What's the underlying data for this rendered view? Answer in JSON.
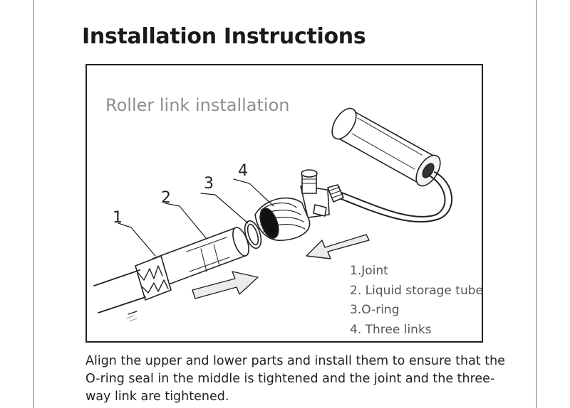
{
  "page": {
    "title": "Installation Instructions"
  },
  "diagram": {
    "heading": "Roller link installation",
    "callouts": [
      "1",
      "2",
      "3",
      "4"
    ],
    "legend": [
      "1.Joint",
      "2. Liquid storage tube",
      "3.O-ring",
      "4. Three links"
    ]
  },
  "caption": "Align the upper and lower parts and install them to ensure that the O-ring seal in the middle is tightened and the joint and the three-way link are tightened."
}
